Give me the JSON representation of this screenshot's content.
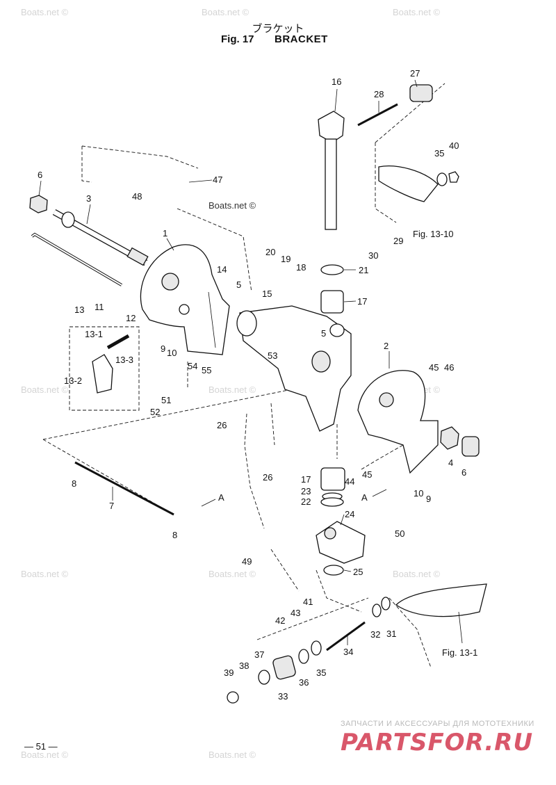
{
  "header": {
    "title_jp": "ブラケット",
    "fig_no": "Fig. 17",
    "fig_name": "BRACKET"
  },
  "watermark": "Boats.net ©",
  "page_number": "— 51 —",
  "branding": {
    "tagline": "ЗАПЧАСТИ И АКСЕССУАРЫ ДЛЯ МОТОТЕХНИКИ",
    "logo": "PARTSFOR.RU",
    "color": "#d9576a"
  },
  "part_labels": [
    "1",
    "2",
    "3",
    "4",
    "5",
    "5",
    "6",
    "6",
    "7",
    "8",
    "8",
    "9",
    "9",
    "10",
    "10",
    "11",
    "12",
    "13",
    "13-1",
    "13-2",
    "13-3",
    "14",
    "15",
    "16",
    "17",
    "17",
    "18",
    "19",
    "20",
    "21",
    "22",
    "23",
    "24",
    "25",
    "26",
    "26",
    "27",
    "28",
    "29",
    "30",
    "31",
    "32",
    "33",
    "34",
    "35",
    "35",
    "36",
    "37",
    "38",
    "39",
    "40",
    "41",
    "42",
    "43",
    "44",
    "45",
    "45",
    "46",
    "47",
    "48",
    "49",
    "50",
    "51",
    "52",
    "53",
    "54",
    "55"
  ],
  "refs": {
    "fig_13_10": "Fig. 13-10",
    "fig_13_1": "Fig. 13-1",
    "arrow_a": "A"
  }
}
